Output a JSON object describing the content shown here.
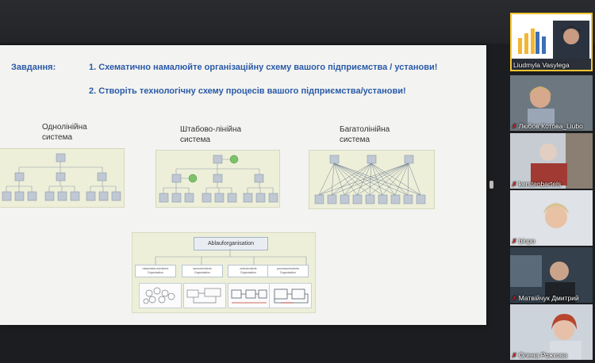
{
  "slide": {
    "task_label": "Завдання:",
    "task1": "1. Схематично намалюйте організаційну схему вашого підприємства / установи!",
    "task2": "2. Створіть технологічну схему процесів вашого підприємства/установи!",
    "systems": [
      {
        "line1": "Однолінійна",
        "line2": "система"
      },
      {
        "line1": "Штабово-лінійна",
        "line2": "система"
      },
      {
        "line1": "Багатолінійна",
        "line2": "система"
      }
    ],
    "ablauf": "Ablauforganisation",
    "orgs": [
      {
        "l1": "mitarbeiterorientierte",
        "l2": "Organisation"
      },
      {
        "l1": "raumorientierte",
        "l2": "Organisation"
      },
      {
        "l1": "zeitorientierte",
        "l2": "Organisation"
      },
      {
        "l1": "prozessorientierte",
        "l2": "Organisation"
      }
    ]
  },
  "participants": [
    {
      "name": "Liudmyla Vasylega",
      "muted": false
    },
    {
      "name": "Любов Котова_Liubo",
      "muted": true
    },
    {
      "name": "kerstenbartels",
      "muted": true
    },
    {
      "name": "binpo",
      "muted": true
    },
    {
      "name": "Матвійчук Дмитрий",
      "muted": true
    },
    {
      "name": "Олена Рожкова",
      "muted": true
    }
  ],
  "colors": {
    "accent": "#2a5aa8",
    "mic_muted": "#e02020"
  }
}
